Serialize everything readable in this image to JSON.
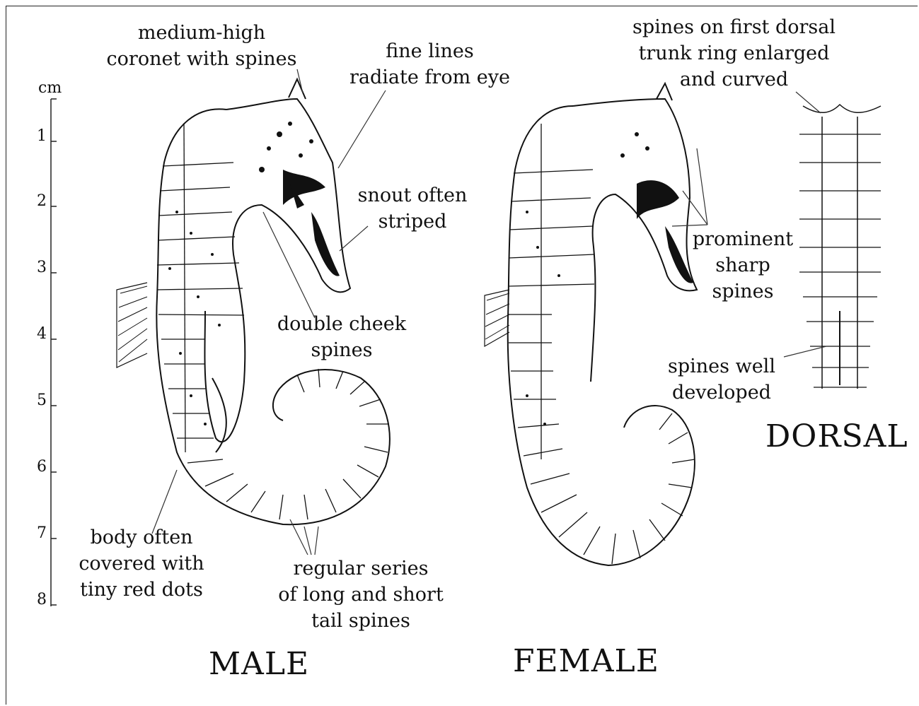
{
  "scale": {
    "unit": "cm",
    "ticks": [
      "1",
      "2",
      "3",
      "4",
      "5",
      "6",
      "7",
      "8"
    ]
  },
  "labels": {
    "coronet": [
      "medium-high",
      "coronet with spines"
    ],
    "fine_lines": [
      "fine lines",
      "radiate from eye"
    ],
    "snout": [
      "snout often",
      "striped"
    ],
    "cheek": [
      "double cheek",
      "spines"
    ],
    "body_dots": [
      "body often",
      "covered with",
      "tiny red dots"
    ],
    "tail_spines": [
      "regular series",
      "of long and short",
      "tail spines"
    ],
    "first_dorsal": [
      "spines on first dorsal",
      "trunk ring enlarged",
      "and curved"
    ],
    "prominent": [
      "prominent",
      "sharp",
      "spines"
    ],
    "well_developed": [
      "spines well",
      "developed"
    ]
  },
  "titles": {
    "male": "MALE",
    "female": "FEMALE",
    "dorsal": "DORSAL"
  }
}
